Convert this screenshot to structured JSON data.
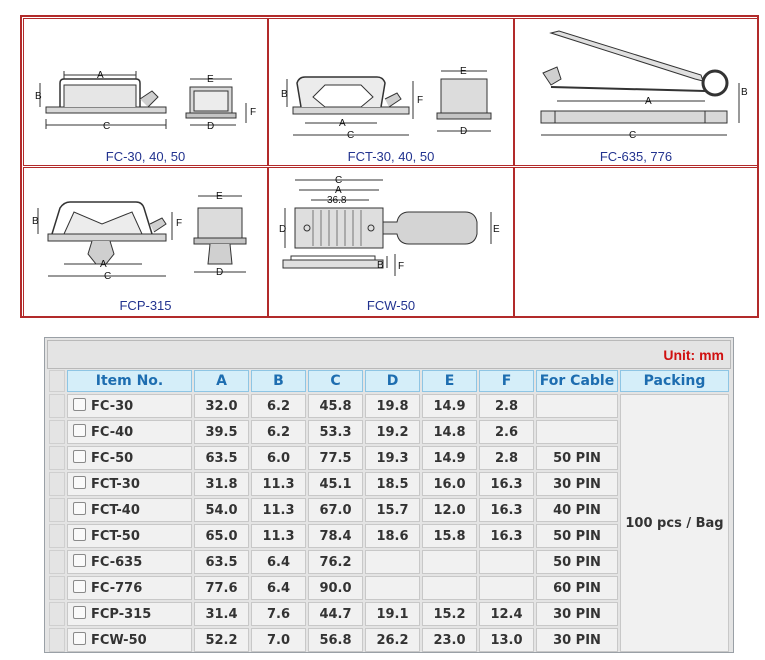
{
  "diagrams": [
    {
      "caption": "FC-30, 40, 50",
      "labels": {
        "a": "A",
        "b": "B",
        "c": "C",
        "d": "D",
        "e": "E",
        "f": "F"
      }
    },
    {
      "caption": "FCT-30, 40, 50",
      "labels": {
        "a": "A",
        "b": "B",
        "c": "C",
        "d": "D",
        "e": "E",
        "f": "F"
      }
    },
    {
      "caption": "FC-635, 776",
      "labels": {
        "a": "A",
        "b": "B",
        "c": "C"
      }
    },
    {
      "caption": "FCP-315",
      "labels": {
        "a": "A",
        "b": "B",
        "c": "C",
        "d": "D",
        "e": "E",
        "f": "F"
      }
    },
    {
      "caption": "FCW-50",
      "labels": {
        "a": "A",
        "b": "B",
        "c": "C",
        "d": "D",
        "e": "E",
        "f": "F",
        "dim": "36.8"
      }
    }
  ],
  "table": {
    "unit": "Unit: mm",
    "headers": [
      "Item No.",
      "A",
      "B",
      "C",
      "D",
      "E",
      "F",
      "For Cable",
      "Packing"
    ],
    "packing": "100 pcs / Bag",
    "rows": [
      {
        "item": "FC-30",
        "a": "32.0",
        "b": "6.2",
        "c": "45.8",
        "d": "19.8",
        "e": "14.9",
        "f": "2.8",
        "cable": ""
      },
      {
        "item": "FC-40",
        "a": "39.5",
        "b": "6.2",
        "c": "53.3",
        "d": "19.2",
        "e": "14.8",
        "f": "2.6",
        "cable": ""
      },
      {
        "item": "FC-50",
        "a": "63.5",
        "b": "6.0",
        "c": "77.5",
        "d": "19.3",
        "e": "14.9",
        "f": "2.8",
        "cable": "50 PIN"
      },
      {
        "item": "FCT-30",
        "a": "31.8",
        "b": "11.3",
        "c": "45.1",
        "d": "18.5",
        "e": "16.0",
        "f": "16.3",
        "cable": "30 PIN"
      },
      {
        "item": "FCT-40",
        "a": "54.0",
        "b": "11.3",
        "c": "67.0",
        "d": "15.7",
        "e": "12.0",
        "f": "16.3",
        "cable": "40 PIN"
      },
      {
        "item": "FCT-50",
        "a": "65.0",
        "b": "11.3",
        "c": "78.4",
        "d": "18.6",
        "e": "15.8",
        "f": "16.3",
        "cable": "50 PIN"
      },
      {
        "item": "FC-635",
        "a": "63.5",
        "b": "6.4",
        "c": "76.2",
        "d": "",
        "e": "",
        "f": "",
        "cable": "50 PIN"
      },
      {
        "item": "FC-776",
        "a": "77.6",
        "b": "6.4",
        "c": "90.0",
        "d": "",
        "e": "",
        "f": "",
        "cable": "60 PIN"
      },
      {
        "item": "FCP-315",
        "a": "31.4",
        "b": "7.6",
        "c": "44.7",
        "d": "19.1",
        "e": "15.2",
        "f": "12.4",
        "cable": "30 PIN"
      },
      {
        "item": "FCW-50",
        "a": "52.2",
        "b": "7.0",
        "c": "56.8",
        "d": "26.2",
        "e": "23.0",
        "f": "13.0",
        "cable": "30 PIN"
      }
    ]
  },
  "colors": {
    "frame": "#b22a2a",
    "caption": "#22338f",
    "header_text": "#1d6db0",
    "header_bg": "#d5eef9",
    "unit": "#d01010"
  }
}
